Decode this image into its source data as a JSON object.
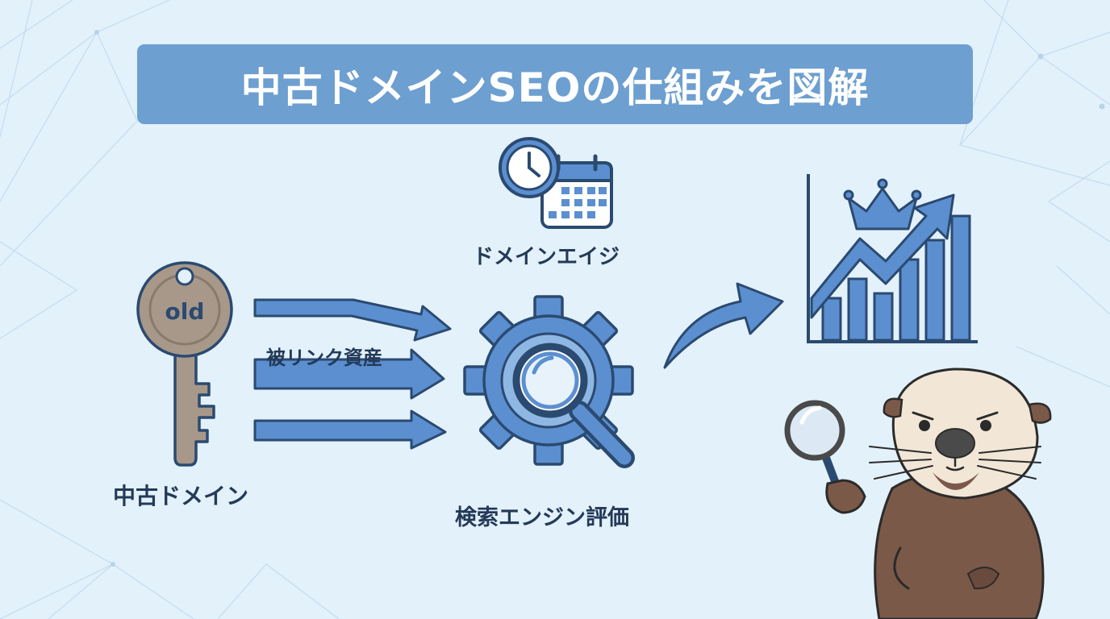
{
  "title": "中古ドメインSEOの仕組みを図解",
  "labels": {
    "used_domain": "中古ドメイン",
    "backlink_assets": "被リンク資産",
    "domain_age": "ドメインエイジ",
    "search_engine_evaluation": "検索エンジン評価"
  },
  "key_tag": "old",
  "icons": [
    "key-icon",
    "clock-icon",
    "calendar-icon",
    "gear-icon",
    "magnifier-icon",
    "curved-arrow-icon",
    "growth-chart-icon",
    "crown-icon",
    "sea-otter-mascot"
  ],
  "colors": {
    "background": "#e3f1fb",
    "banner": "#6d9fd0",
    "accent_blue": "#5b8fd0",
    "outline": "#2b4a70",
    "key": "#a8988a",
    "text": "#243a58",
    "otter": "#7b5948"
  }
}
